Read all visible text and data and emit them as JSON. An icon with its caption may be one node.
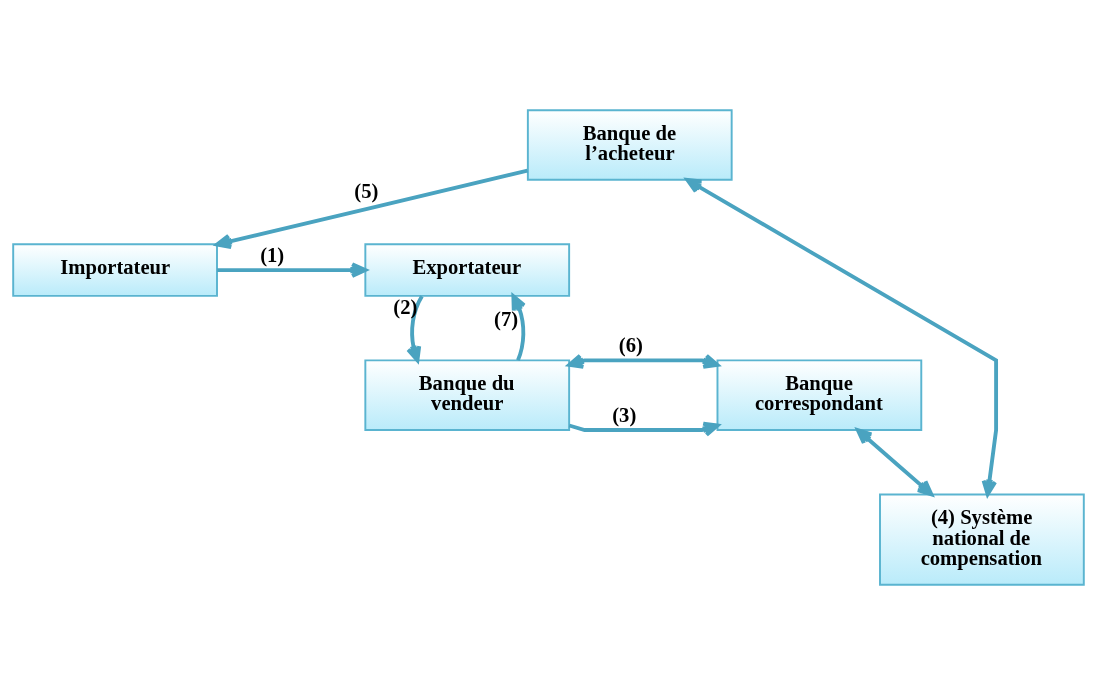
{
  "diagram": {
    "nodes": [
      {
        "text": [
          "Importateur"
        ]
      },
      {
        "text": [
          "Exportateur"
        ]
      },
      {
        "text": [
          "Banque de l’acheteur"
        ]
      },
      {
        "text": [
          "(4) Système national de compensation"
        ]
      },
      {
        "text": [
          "Banque correspondant"
        ]
      },
      {
        "text": [
          "Banque du vendeur"
        ]
      }
    ],
    "edges": [
      {
        "from": 0,
        "to": 1,
        "arrow": "to",
        "label": "(1)"
      },
      {
        "from": 1,
        "to": 5,
        "arrow": "to",
        "label": "(2)"
      },
      {
        "from": 5,
        "to": 4,
        "arrow": "to",
        "label": "(3)"
      },
      {
        "from": 2,
        "to": 3,
        "arrow": "both"
      },
      {
        "from": 4,
        "to": 3,
        "arrow": "both"
      },
      {
        "from": 2,
        "to": 0,
        "arrow": "to",
        "label": "(5)"
      },
      {
        "from": 4,
        "to": 5,
        "arrow": "both",
        "label": "(6)"
      },
      {
        "from": 5,
        "to": 1,
        "arrow": "to",
        "label": "(7)"
      }
    ]
  }
}
